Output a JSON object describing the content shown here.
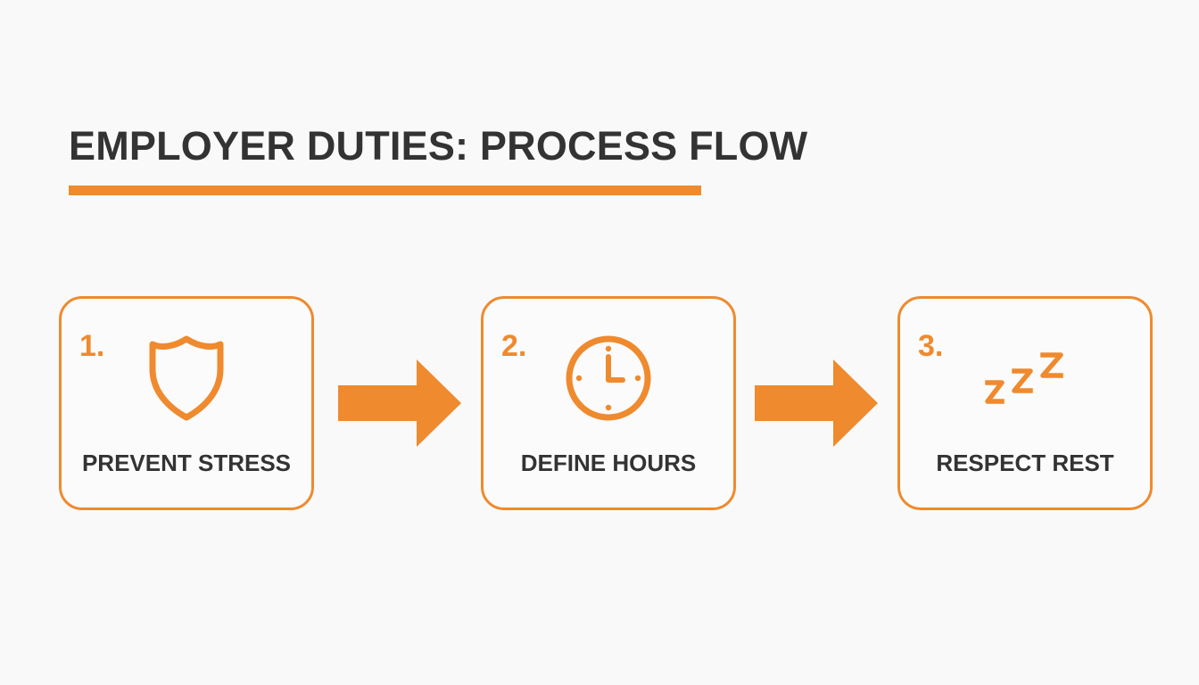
{
  "title": "EMPLOYER DUTIES: PROCESS FLOW",
  "accent_color": "#ef8a2e",
  "text_color": "#333333",
  "steps": [
    {
      "number": "1.",
      "label": "PREVENT STRESS",
      "icon": "shield-icon"
    },
    {
      "number": "2.",
      "label": "DEFINE HOURS",
      "icon": "clock-icon"
    },
    {
      "number": "3.",
      "label": "RESPECT REST",
      "icon": "sleep-zzz-icon"
    }
  ]
}
